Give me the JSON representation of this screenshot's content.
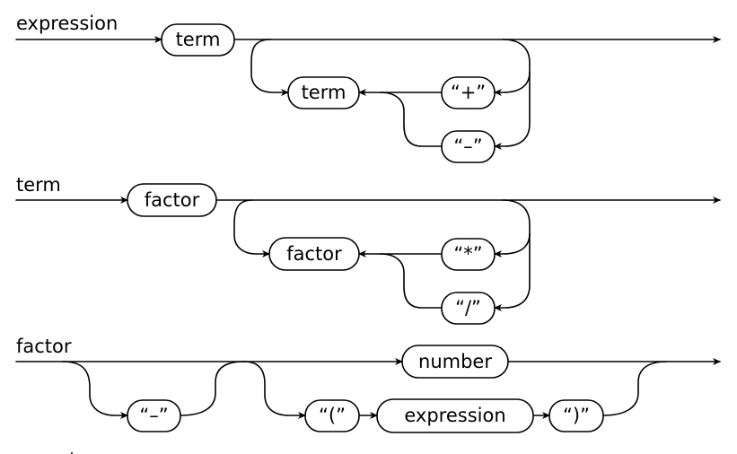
{
  "rules": [
    {
      "name": "expression",
      "nodes": [
        {
          "id": "term_main",
          "text": "term"
        },
        {
          "id": "term_rep",
          "text": "term"
        },
        {
          "id": "plus",
          "text": "“+”"
        },
        {
          "id": "minus",
          "text": "“–”"
        }
      ]
    },
    {
      "name": "term",
      "nodes": [
        {
          "id": "factor_main",
          "text": "factor"
        },
        {
          "id": "factor_rep",
          "text": "factor"
        },
        {
          "id": "times",
          "text": "“*”"
        },
        {
          "id": "div",
          "text": "“/”"
        }
      ]
    },
    {
      "name": "factor",
      "nodes": [
        {
          "id": "number",
          "text": "number"
        },
        {
          "id": "neg",
          "text": "“–”"
        },
        {
          "id": "lparen",
          "text": "“(”"
        },
        {
          "id": "expr",
          "text": "expression"
        },
        {
          "id": "rparen",
          "text": "“)”"
        }
      ]
    }
  ]
}
